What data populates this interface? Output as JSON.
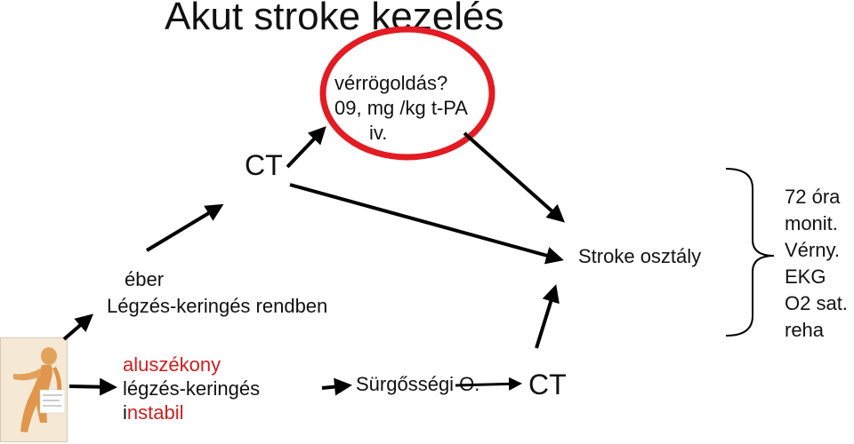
{
  "title": "Akut stroke kezelés",
  "nodes": {
    "ct_top": "CT",
    "thrombolysis": [
      "vérrögoldás?",
      "09, mg /kg t-PA",
      "iv."
    ],
    "stroke_unit": "Stroke osztály",
    "monitoring": [
      "72 óra",
      "monit.",
      "Vérny.",
      "EKG",
      "O2 sat.",
      "reha"
    ],
    "awake": [
      "éber",
      "Légzés-keringés rendben"
    ],
    "drowsy": [
      "aluszékony",
      "légzés-keringés",
      "instabil"
    ],
    "emergency": "Sürgősségi O.",
    "ct_bottom": "CT"
  },
  "colors": {
    "highlight_circle": "#e31b23",
    "accent_text": "#cc1f1f",
    "arrows": "#000000"
  },
  "icons": {
    "patient": "patient-figure-icon"
  }
}
